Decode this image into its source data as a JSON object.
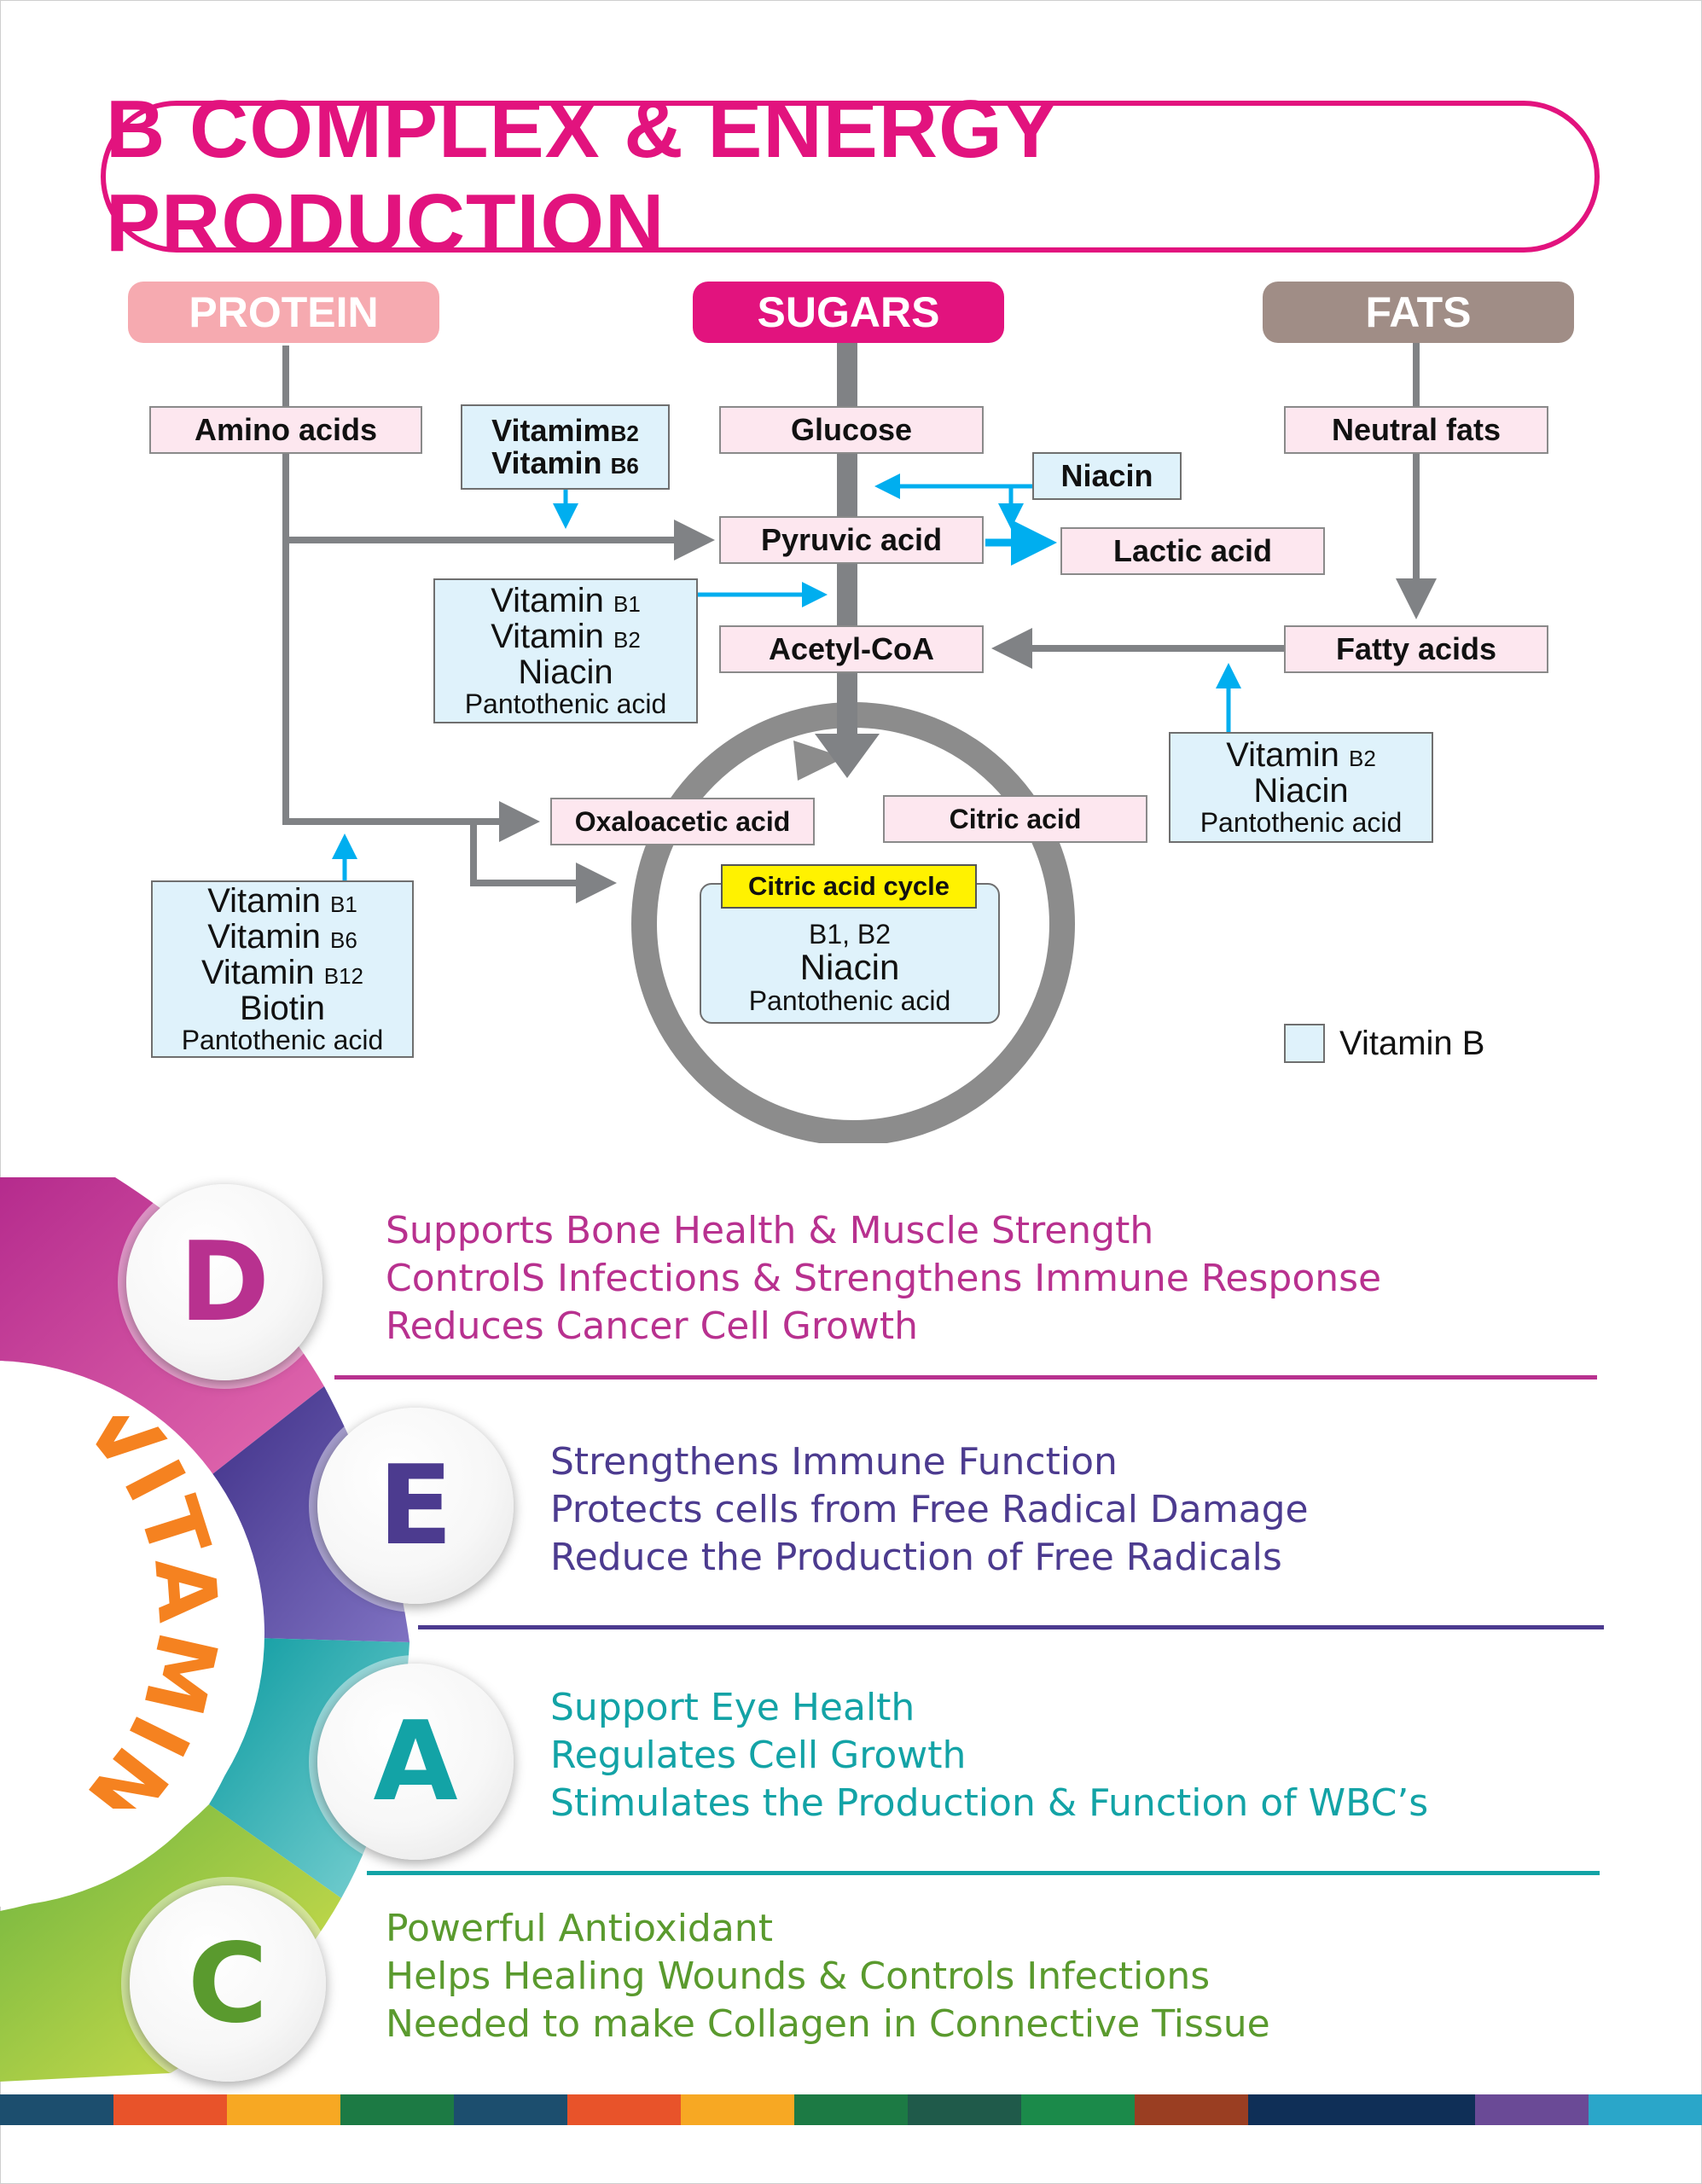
{
  "title": "B COMPLEX & ENERGY PRODUCTION",
  "categories": {
    "protein": "PROTEIN",
    "sugars": "SUGARS",
    "fats": "FATS"
  },
  "nodes": {
    "amino_acids": "Amino acids",
    "glucose": "Glucose",
    "neutral_fats": "Neutral fats",
    "niacin": "Niacin",
    "pyruvic_acid": "Pyruvic acid",
    "lactic_acid": "Lactic acid",
    "acetyl_coa": "Acetyl-CoA",
    "fatty_acids": "Fatty acids",
    "oxaloacetic_acid": "Oxaloacetic acid",
    "citric_acid": "Citric acid",
    "citric_acid_cycle": "Citric acid cycle"
  },
  "vitamin_boxes": {
    "pyruvate_input": {
      "line1": "Vitamim",
      "line1_sub": "B2",
      "line2": "Vitamin ",
      "line2_sub": "B6"
    },
    "acetyl_input": {
      "line1": "Vitamin ",
      "line1_sub": "B1",
      "line2": "Vitamin ",
      "line2_sub": "B2",
      "line3": "Niacin",
      "line4": "Pantothenic acid"
    },
    "fatty_input": {
      "line1": "Vitamin ",
      "line1_sub": "B2",
      "line2": "Niacin",
      "line3": "Pantothenic acid"
    },
    "amino_input": {
      "line1": "Vitamin ",
      "line1_sub": "B1",
      "line2": "Vitamin ",
      "line2_sub": "B6",
      "line3": "Vitamin ",
      "line3_sub": "B12",
      "line4": "Biotin",
      "line5": "Pantothenic acid"
    },
    "cycle_input": {
      "line1": "B1, B2",
      "line2": "Niacin",
      "line3": "Pantothenic acid"
    }
  },
  "legend": {
    "label": "Vitamin B"
  },
  "vitamin_word": "VITAMIN",
  "vitamins": [
    {
      "letter": "D",
      "color": "#b8318f",
      "benefits": [
        "Supports Bone Health & Muscle Strength",
        "ControlS Infections & Strengthens Immune Response",
        "Reduces Cancer Cell Growth"
      ]
    },
    {
      "letter": "E",
      "color": "#4c3b8f",
      "benefits": [
        "Strengthens Immune Function",
        "Protects cells from Free Radical Damage",
        "Reduce the Production of Free Radicals"
      ]
    },
    {
      "letter": "A",
      "color": "#13a3a6",
      "benefits": [
        "Support Eye Health",
        "Regulates Cell Growth",
        "Stimulates the Production & Function of WBC’s"
      ]
    },
    {
      "letter": "C",
      "color": "#5a9a2e",
      "benefits": [
        "Powerful Antioxidant",
        "Helps Healing Wounds & Controls Infections",
        "Needed to make Collagen in Connective Tissue"
      ]
    }
  ],
  "colors": {
    "accent": "#e2137e",
    "protein": "#f6aab0",
    "fats": "#a08d86",
    "arrow_gray": "#808285",
    "arrow_blue": "#00aeef",
    "vitamin_word": "#f58220"
  }
}
